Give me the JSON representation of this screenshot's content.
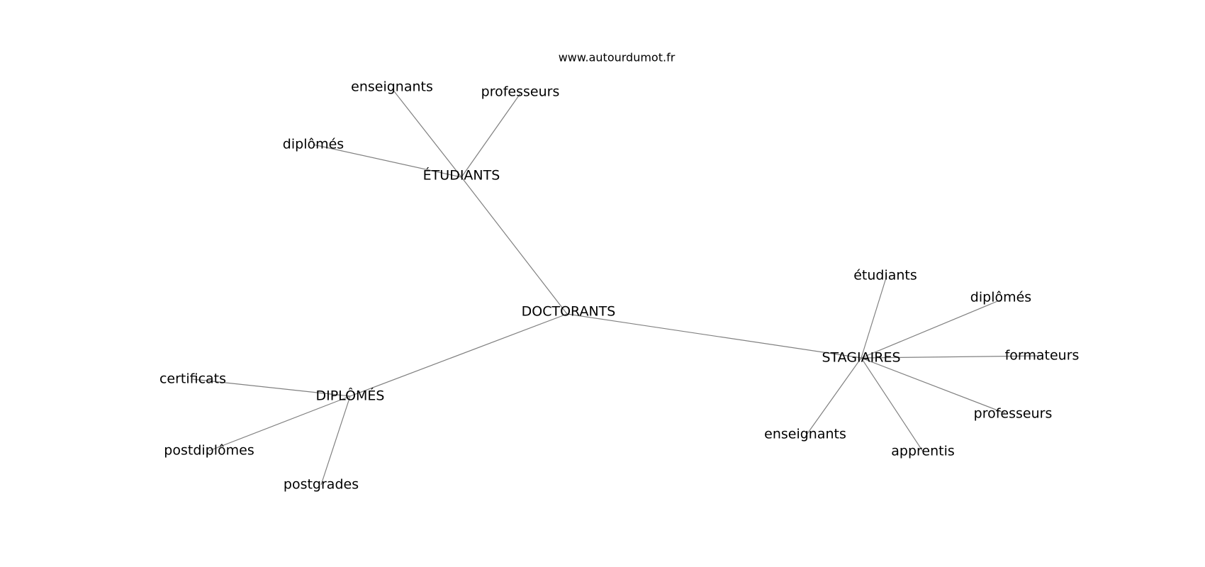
{
  "site": "www.autourdumot.fr",
  "graph": {
    "nodes": [
      {
        "id": "doctorants",
        "label": "DOCTORANTS"
      },
      {
        "id": "etudiants_hub",
        "label": "ÉTUDIANTS"
      },
      {
        "id": "stagiaires",
        "label": "STAGIAIRES"
      },
      {
        "id": "diplomes_hub",
        "label": "DIPLÔMÉS"
      },
      {
        "id": "enseignants_1",
        "label": "enseignants"
      },
      {
        "id": "professeurs_1",
        "label": "professeurs"
      },
      {
        "id": "diplomes_1",
        "label": "diplômés"
      },
      {
        "id": "etudiants_2",
        "label": "étudiants"
      },
      {
        "id": "diplomes_2",
        "label": "diplômés"
      },
      {
        "id": "formateurs",
        "label": "formateurs"
      },
      {
        "id": "professeurs_2",
        "label": "professeurs"
      },
      {
        "id": "apprentis",
        "label": "apprentis"
      },
      {
        "id": "enseignants_2",
        "label": "enseignants"
      },
      {
        "id": "certificats",
        "label": "certificats"
      },
      {
        "id": "postdiplomes",
        "label": "postdiplômes"
      },
      {
        "id": "postgrades",
        "label": "postgrades"
      }
    ],
    "edges": [
      [
        "doctorants",
        "etudiants_hub"
      ],
      [
        "doctorants",
        "stagiaires"
      ],
      [
        "doctorants",
        "diplomes_hub"
      ],
      [
        "etudiants_hub",
        "enseignants_1"
      ],
      [
        "etudiants_hub",
        "professeurs_1"
      ],
      [
        "etudiants_hub",
        "diplomes_1"
      ],
      [
        "stagiaires",
        "etudiants_2"
      ],
      [
        "stagiaires",
        "diplomes_2"
      ],
      [
        "stagiaires",
        "formateurs"
      ],
      [
        "stagiaires",
        "professeurs_2"
      ],
      [
        "stagiaires",
        "apprentis"
      ],
      [
        "stagiaires",
        "enseignants_2"
      ],
      [
        "diplomes_hub",
        "certificats"
      ],
      [
        "diplomes_hub",
        "postdiplomes"
      ],
      [
        "diplomes_hub",
        "postgrades"
      ]
    ]
  }
}
